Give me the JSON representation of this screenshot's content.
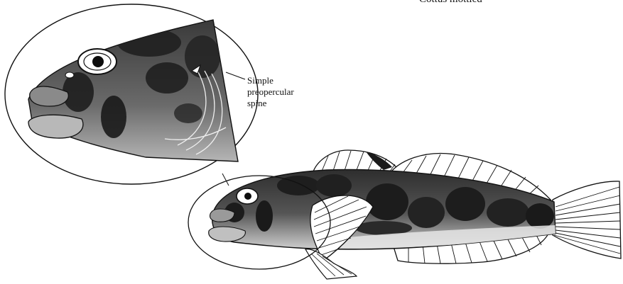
{
  "figure": {
    "top_caption_partial": "Cottus mottled",
    "callout": {
      "lines": [
        "Simple",
        "preopercular",
        "spine"
      ]
    },
    "colors": {
      "outline": "#111111",
      "body_shading": "#555555",
      "dark_blotch": "#1a1a1a",
      "fin_fill": "#ffffff",
      "belly": "#bdbdbd"
    }
  }
}
